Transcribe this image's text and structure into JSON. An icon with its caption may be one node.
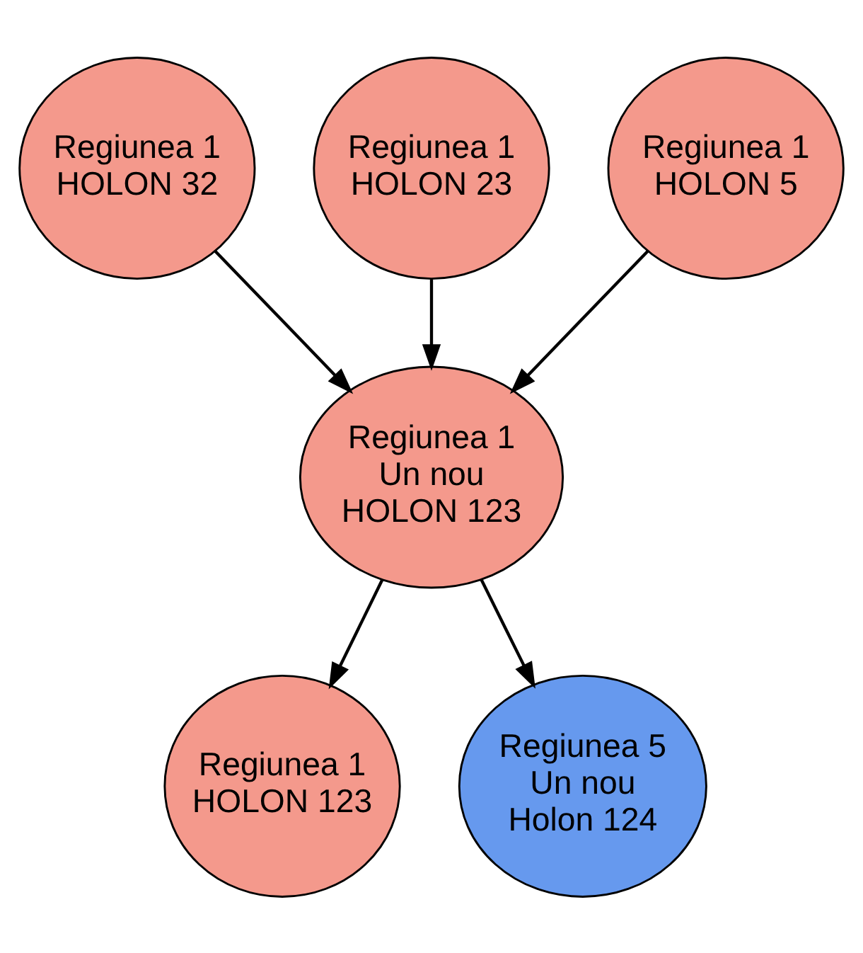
{
  "diagram": {
    "nodes": [
      {
        "text": [
          "Regiunea 1 HOLON 32"
        ]
      },
      {
        "text": [
          "Regiunea 1 HOLON 23"
        ]
      },
      {
        "text": [
          "Regiunea 1 HOLON 5"
        ]
      },
      {
        "text": [
          "Regiunea 1 Un nou HOLON 123"
        ]
      },
      {
        "text": [
          "Regiunea 1 HOLON 123"
        ]
      },
      {
        "text": [
          "Regiunea 5 Un nou Holon 124"
        ]
      }
    ],
    "edges": [
      {
        "from": 0,
        "to": 3,
        "arrow": "to"
      },
      {
        "from": 1,
        "to": 3,
        "arrow": "to"
      },
      {
        "from": 2,
        "to": 3,
        "arrow": "to"
      },
      {
        "from": 3,
        "to": 4,
        "arrow": "to"
      },
      {
        "from": 3,
        "to": 5,
        "arrow": "to"
      }
    ]
  }
}
